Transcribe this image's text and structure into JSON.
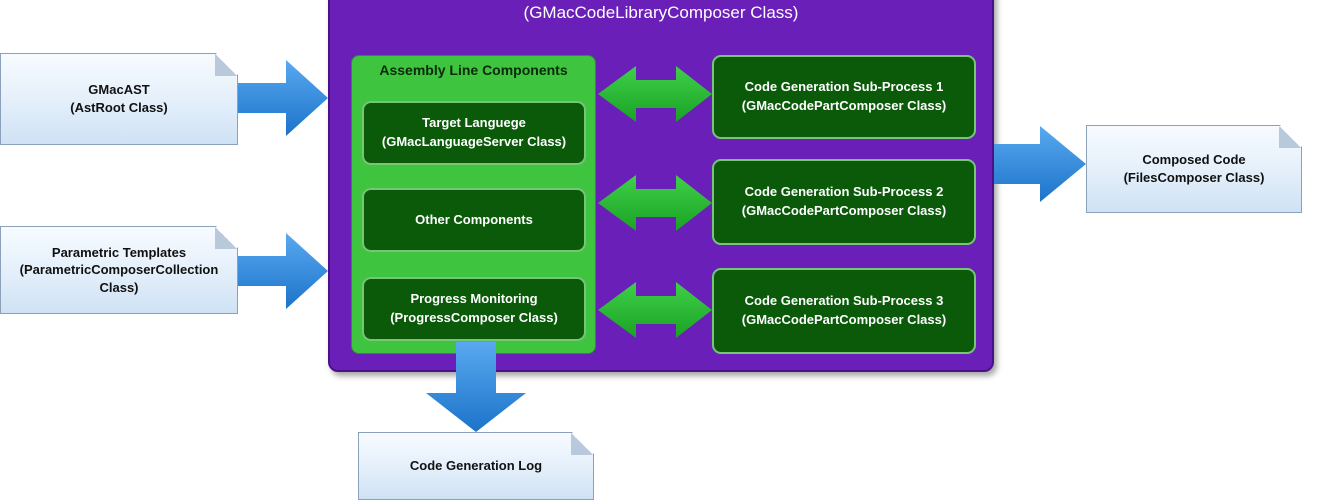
{
  "main": {
    "title": "(GMacCodeLibraryComposer Class)"
  },
  "inputs": [
    {
      "lines": [
        "GMacAST",
        "(AstRoot Class)"
      ]
    },
    {
      "lines": [
        "Parametric Templates",
        "(ParametricComposerCollection",
        "Class)"
      ]
    }
  ],
  "assembly": {
    "title": "Assembly Line Components",
    "components": [
      {
        "lines": [
          "Target Languege",
          "(GMacLanguageServer Class)"
        ]
      },
      {
        "lines": [
          "Other Components"
        ]
      },
      {
        "lines": [
          "Progress Monitoring",
          "(ProgressComposer Class)"
        ]
      }
    ]
  },
  "subprocesses": [
    {
      "lines": [
        "Code Generation Sub-Process 1",
        "(GMacCodePartComposer Class)"
      ]
    },
    {
      "lines": [
        "Code Generation Sub-Process 2",
        "(GMacCodePartComposer Class)"
      ]
    },
    {
      "lines": [
        "Code Generation Sub-Process 3",
        "(GMacCodePartComposer Class)"
      ]
    }
  ],
  "output": {
    "lines": [
      "Composed Code",
      "(FilesComposer Class)"
    ]
  },
  "log": {
    "lines": [
      "Code Generation Log"
    ]
  },
  "colors": {
    "purple": "#6a1fb8",
    "assembly_green": "#3ec43e",
    "component_green": "#0a5a0a",
    "blue_arrow": "#1f7fd6",
    "green_arrow": "#22b52b"
  }
}
